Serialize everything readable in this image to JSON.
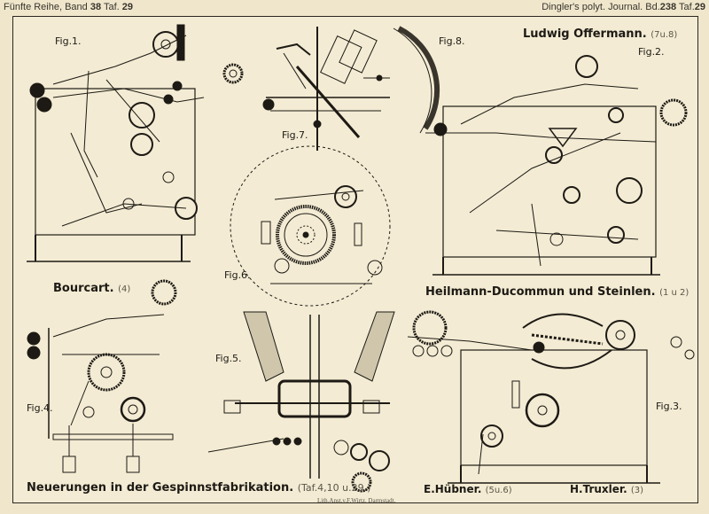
{
  "header": {
    "left_prefix": "Fünfte Reihe, Band ",
    "left_band": "38",
    "left_taf_label": " Taf. ",
    "left_taf": "29",
    "right_prefix": "Dingler's polyt. Journal. Bd.",
    "right_band": "238",
    "right_taf_label": " Taf.",
    "right_taf": "29"
  },
  "figures": {
    "fig1": "Fig.1.",
    "fig2": "Fig.2.",
    "fig3": "Fig.3.",
    "fig4": "Fig.4.",
    "fig5": "Fig.5.",
    "fig6": "Fig.6.",
    "fig7": "Fig.7.",
    "fig8": "Fig.8."
  },
  "inventors": {
    "offermann": "Ludwig Offermann.",
    "offermann_ref": "(7u.8)",
    "bourcart": "Bourcart.",
    "bourcart_ref": "(4)",
    "heilmann": "Heilmann-Ducommun und Steinlen.",
    "heilmann_ref": "(1 u 2)",
    "huebner": "E.Hübner.",
    "huebner_ref": "(5u.6)",
    "truxler": "H.Truxler.",
    "truxler_ref": "(3)"
  },
  "footer": {
    "title": "Neuerungen in der Gespinnstfabrikation.",
    "ref": "(Taf.4,10 u.29.)",
    "printer": "Lith.Anst.v.F.Wirtz, Darmstadt."
  }
}
